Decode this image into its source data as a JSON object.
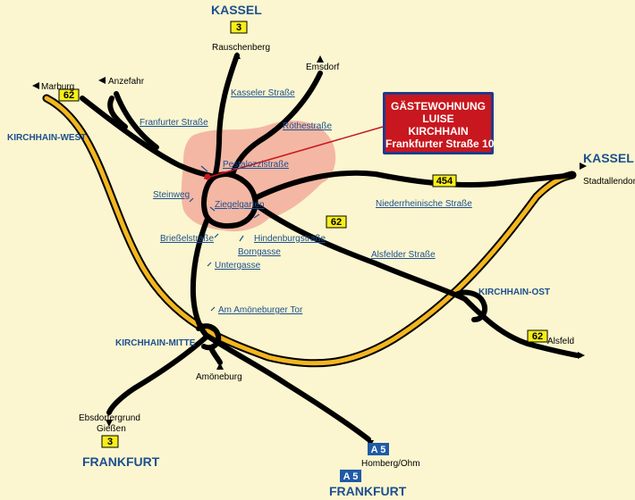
{
  "colors": {
    "background": "#fbf6cf",
    "town": "#f4b7a3",
    "road": "#000000",
    "autobahn_inner": "#f3b61e",
    "label_blue": "#1d4f91",
    "callout_bg": "#c8171e",
    "callout_border": "#1f3a8a",
    "route_badge": "#f7ee1a",
    "autobahn_badge": "#1f5aa8"
  },
  "callout": {
    "line1": "GÄSTEWOHNUNG",
    "line2": "LUISE",
    "line3": "KIRCHHAIN",
    "line4": "Frankfurter Straße 10"
  },
  "labels": {
    "kassel_top": "KASSEL",
    "kassel_right": "KASSEL",
    "frankfurt_left": "FRANKFURT",
    "frankfurt_bottom": "FRANKFURT",
    "rauschenberg": "Rauschenberg",
    "emsdorf": "Emsdorf",
    "marburg": "Marburg",
    "anzefahr": "Anzefahr",
    "stadtallendorf": "Stadtallendorf",
    "alsfeld": "Alsfeld",
    "amoeneburg": "Amöneburg",
    "ebsdorfergrund": "Ebsdorfergrund",
    "giessen": "Gießen",
    "homberg": "Homberg/Ohm",
    "kirchhain_west": "KIRCHHAIN-WEST",
    "kirchhain_mitte": "KIRCHHAIN-MITTE",
    "kirchhain_ost": "KIRCHHAIN-OST"
  },
  "streets": {
    "kasseler": "Kasseler Straße",
    "frankfurter": "Franfurter Straße",
    "roethe": "Röthestraße",
    "pestalozzi": "Pestalozzistraße",
    "steinweg": "Steinweg",
    "ziegelgarten": "Ziegelgarten",
    "niederrheinische": "Niederrheinische Straße",
    "briessel": "Brießelstraße",
    "hindenburg": "Hindenburgstraße",
    "borngasse": "Borngasse",
    "alsfelder": "Alsfelder Straße",
    "untergasse": "Untergasse",
    "amoeneburger_tor": "Am Amöneburger Tor"
  },
  "badges": {
    "b3_top": "3",
    "b62_left": "62",
    "b454": "454",
    "b62_center": "62",
    "b62_right": "62",
    "b3_bottom": "3",
    "a5_top": "A 5",
    "a5_bottom": "A 5"
  },
  "icons": [
    "triangle-marker-icon"
  ]
}
